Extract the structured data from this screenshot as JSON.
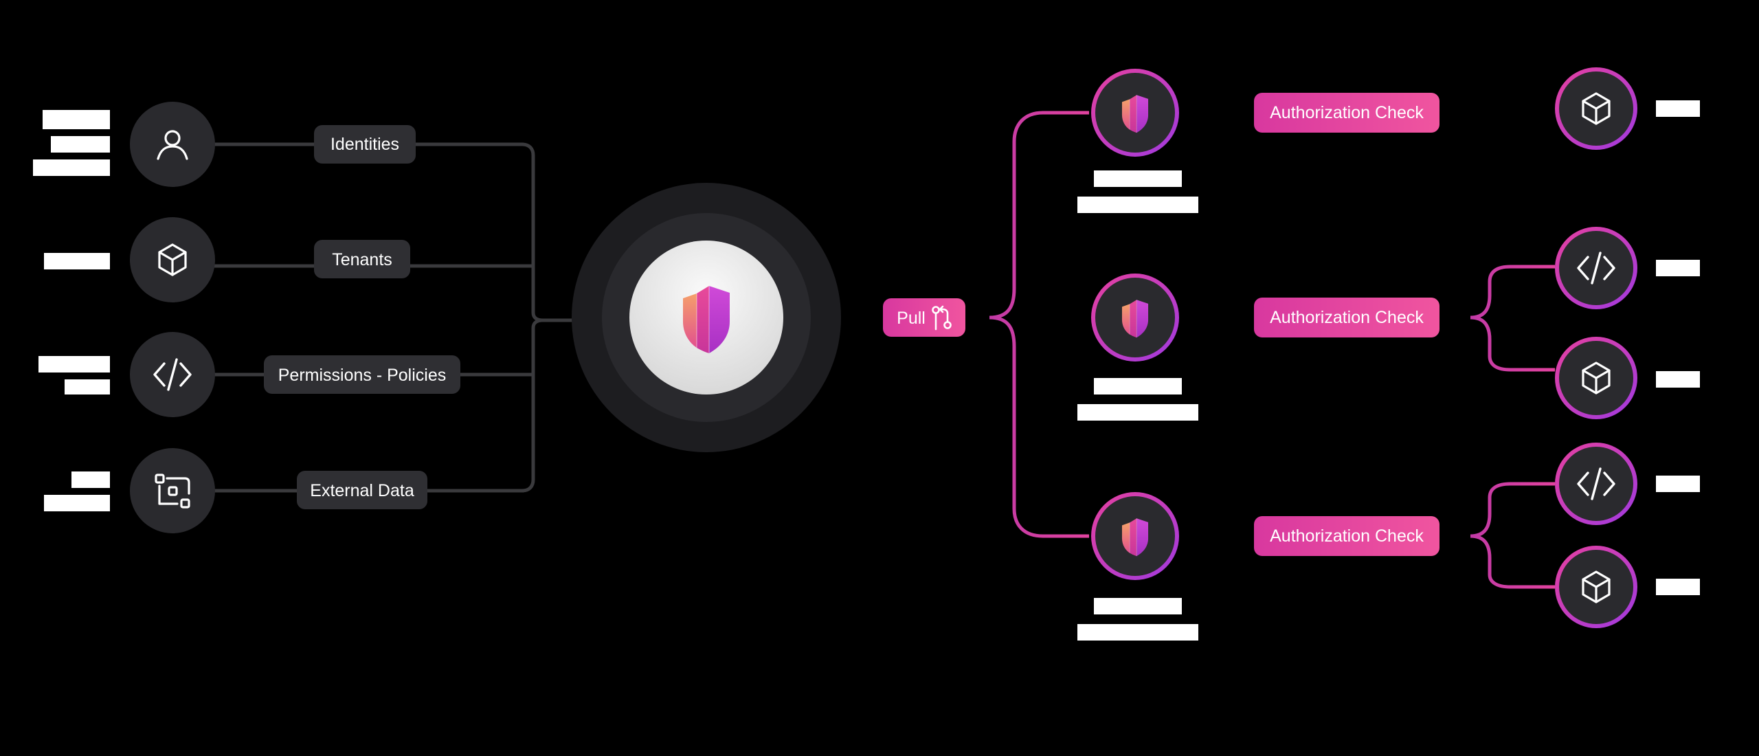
{
  "colors": {
    "background": "#000000",
    "node_fill": "#2a2a2e",
    "node_fill_dark": "#1d1d20",
    "gray_line": "#3a3a3d",
    "pink": "#e33aa8",
    "pink_light": "#f06ab8",
    "purple": "#b03ad9",
    "hub_center": "#ececec"
  },
  "sources": [
    {
      "label": "Identities",
      "icon": "user-icon"
    },
    {
      "label": "Tenants",
      "icon": "cube-icon"
    },
    {
      "label": "Permissions - Policies",
      "icon": "code-icon"
    },
    {
      "label": "External Data",
      "icon": "data-nodes-icon"
    }
  ],
  "hub": {
    "icon": "shield-logo-icon"
  },
  "pull": {
    "label": "Pull",
    "icon": "git-pull-icon"
  },
  "decision_points": [
    {
      "icon": "shield-logo-icon",
      "check_label": "Authorization Check",
      "targets": [
        {
          "icon": "cube-icon"
        }
      ]
    },
    {
      "icon": "shield-logo-icon",
      "check_label": "Authorization Check",
      "targets": [
        {
          "icon": "code-icon"
        },
        {
          "icon": "cube-icon"
        }
      ]
    },
    {
      "icon": "shield-logo-icon",
      "check_label": "Authorization Check",
      "targets": [
        {
          "icon": "code-icon"
        },
        {
          "icon": "cube-icon"
        }
      ]
    }
  ]
}
